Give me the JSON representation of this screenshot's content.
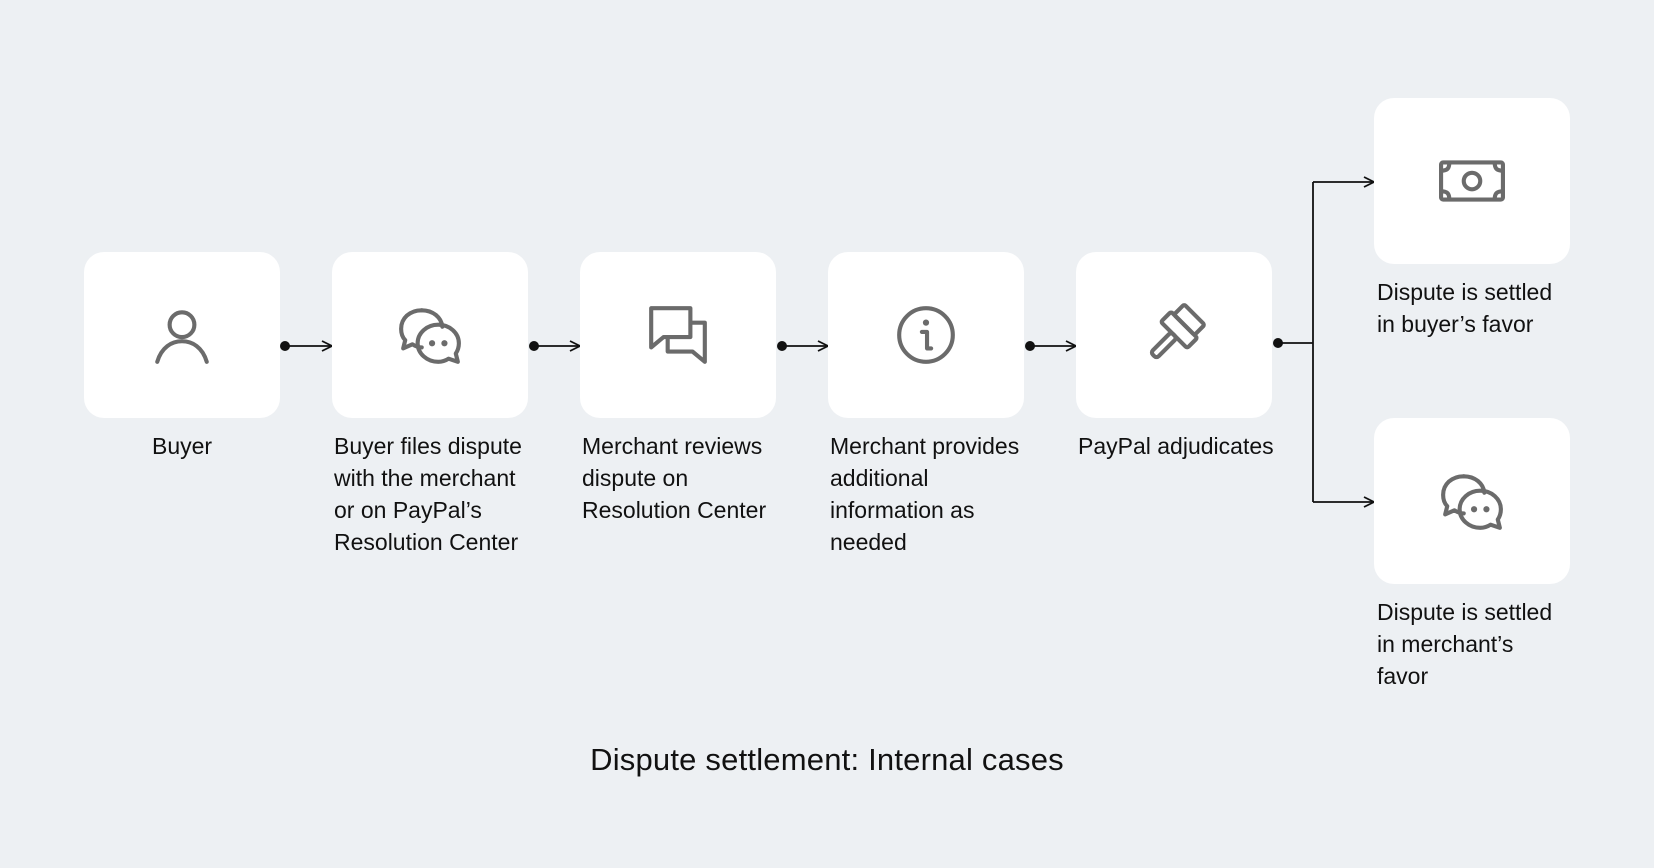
{
  "title": "Dispute settlement: Internal cases",
  "steps": [
    {
      "label": "Buyer",
      "icon": "user-icon"
    },
    {
      "label": "Buyer files dispute\nwith the merchant\nor on PayPal’s\nResolution Center",
      "icon": "chat-bubbles-icon"
    },
    {
      "label": "Merchant reviews\ndispute on\nResolution Center",
      "icon": "message-square-icon"
    },
    {
      "label": "Merchant provides\nadditional\ninformation as\nneeded",
      "icon": "info-icon"
    },
    {
      "label": "PayPal adjudicates",
      "icon": "gavel-icon"
    }
  ],
  "outcomes": [
    {
      "label": "Dispute is settled\nin buyer’s favor",
      "icon": "banknote-icon"
    },
    {
      "label": "Dispute is settled\nin merchant’s\nfavor",
      "icon": "chat-bubbles-icon"
    }
  ],
  "colors": {
    "background": "#edf0f3",
    "card": "#ffffff",
    "icon": "#6b6b6b",
    "line": "#111111"
  }
}
